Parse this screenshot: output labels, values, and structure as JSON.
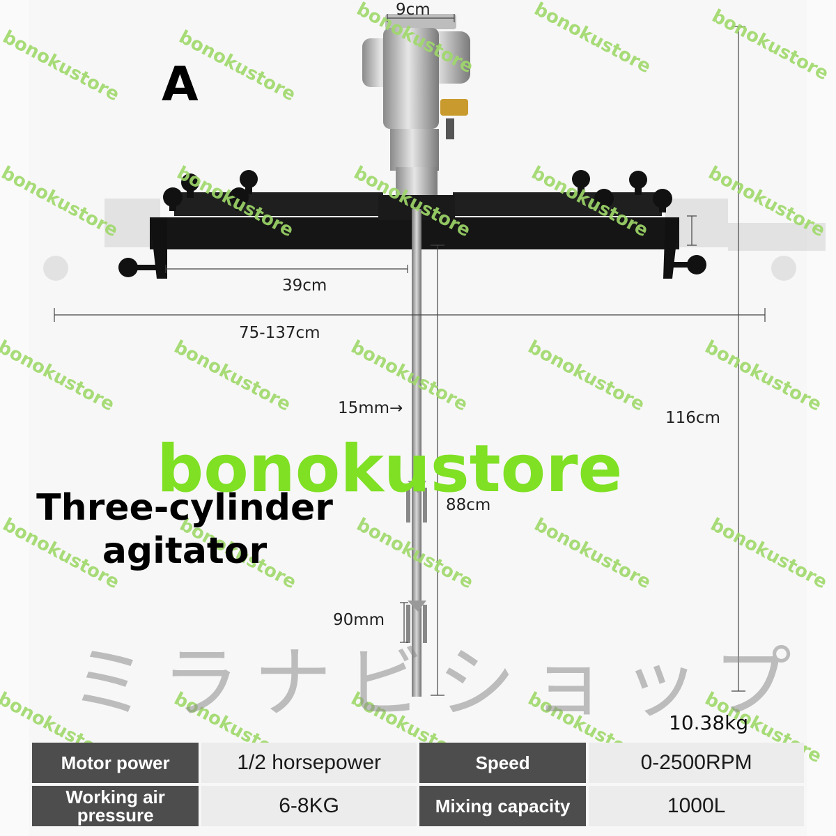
{
  "variant_label": "A",
  "dimensions": {
    "top_width": "9cm",
    "half_span": "39cm",
    "total_span": "75-137cm",
    "shaft_diameter": "15mm→",
    "total_height": "116cm",
    "shaft_length": "88cm",
    "impeller_size": "90mm"
  },
  "product_title": {
    "line1": "Three-cylinder",
    "line2": "agitator"
  },
  "brand_overlay": "bonokustore",
  "japanese_overlay": "ミラナビショップ",
  "watermark_text": "bonokustore",
  "weight": "10.38kg",
  "specs": [
    {
      "label": "Motor power",
      "value": "1/2 horsepower"
    },
    {
      "label": "Speed",
      "value": "0-2500RPM"
    },
    {
      "label": "Working air pressure",
      "value": "6-8KG"
    },
    {
      "label": "Mixing capacity",
      "value": "1000L"
    }
  ],
  "colors": {
    "label_bg": "#4d4d4d",
    "value_bg": "#ececec",
    "brand_green": "#7fe024",
    "watermark_green": "#9fd96a"
  }
}
